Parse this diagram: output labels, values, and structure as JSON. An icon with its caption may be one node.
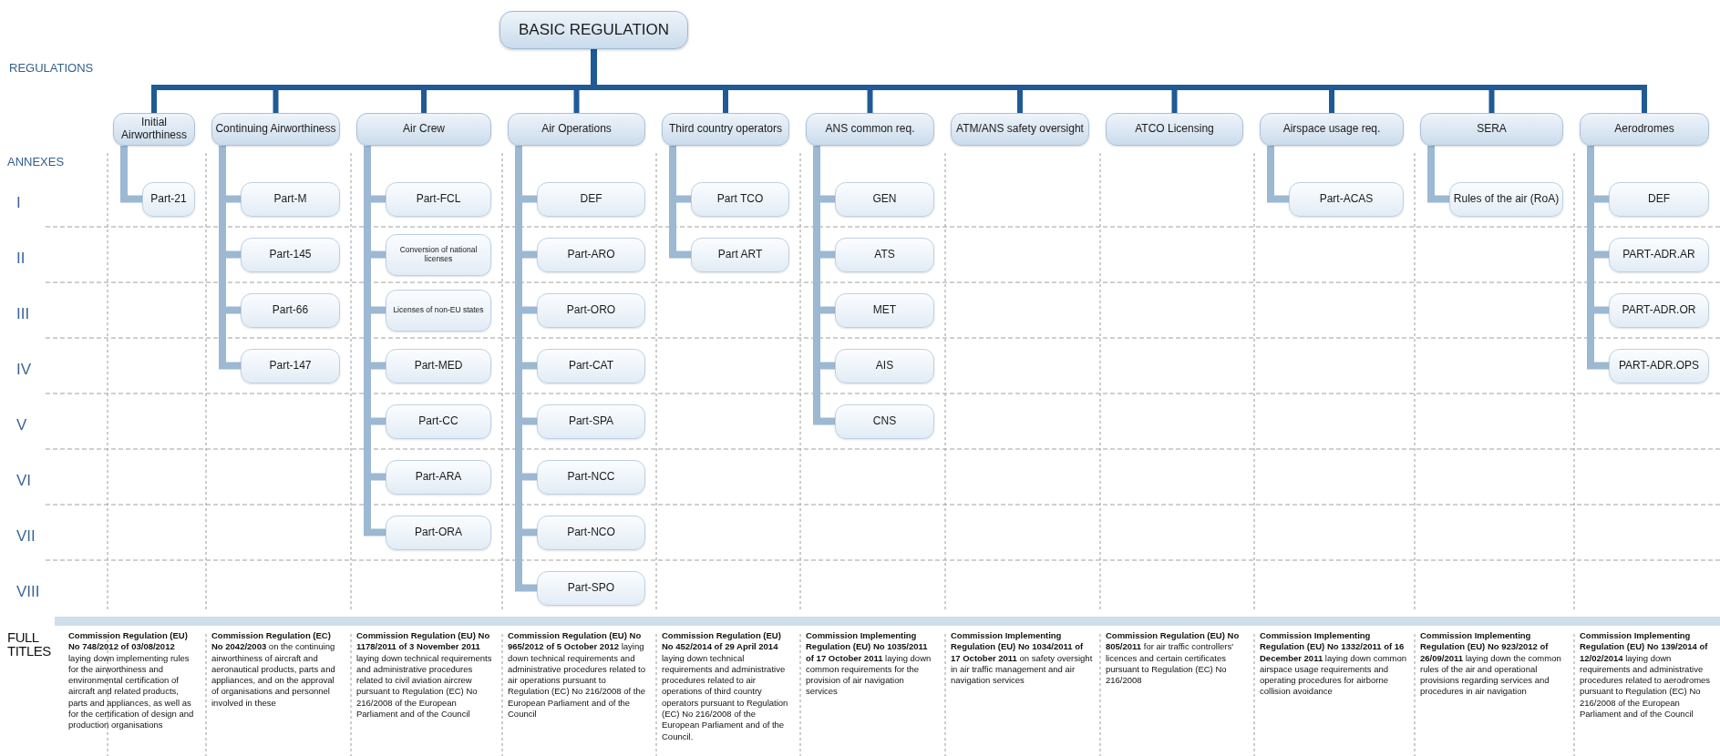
{
  "diagram": {
    "nodes": [
      {
        "text": [
          "BASIC REGULATION"
        ]
      },
      {
        "text": [
          "Initial Airworthiness"
        ]
      },
      {
        "text": [
          "Continuing Airworthiness"
        ]
      },
      {
        "text": [
          "Air Crew"
        ]
      },
      {
        "text": [
          "Air Operations"
        ]
      },
      {
        "text": [
          "Third country operators"
        ]
      },
      {
        "text": [
          "ANS common req."
        ]
      },
      {
        "text": [
          "ATM/ANS safety oversight"
        ]
      },
      {
        "text": [
          "ATCO Licensing"
        ]
      },
      {
        "text": [
          "Airspace usage req."
        ]
      },
      {
        "text": [
          "SERA"
        ]
      },
      {
        "text": [
          "Aerodromes"
        ]
      },
      {
        "text": [
          "Part-21"
        ]
      },
      {
        "text": [
          "Part-M"
        ]
      },
      {
        "text": [
          "Part-145"
        ]
      },
      {
        "text": [
          "Part-66"
        ]
      },
      {
        "text": [
          "Part-147"
        ]
      },
      {
        "text": [
          "Part-FCL"
        ]
      },
      {
        "text": [
          "Conversion of national licenses"
        ]
      },
      {
        "text": [
          "Licenses of non-EU states"
        ]
      },
      {
        "text": [
          "Part-MED"
        ]
      },
      {
        "text": [
          "Part-CC"
        ]
      },
      {
        "text": [
          "Part-ARA"
        ]
      },
      {
        "text": [
          "Part-ORA"
        ]
      },
      {
        "text": [
          "DEF"
        ]
      },
      {
        "text": [
          "Part-ARO"
        ]
      },
      {
        "text": [
          "Part-ORO"
        ]
      },
      {
        "text": [
          "Part-CAT"
        ]
      },
      {
        "text": [
          "Part-SPA"
        ]
      },
      {
        "text": [
          "Part-NCC"
        ]
      },
      {
        "text": [
          "Part-NCO"
        ]
      },
      {
        "text": [
          "Part-SPO"
        ]
      },
      {
        "text": [
          "Part TCO"
        ]
      },
      {
        "text": [
          "Part ART"
        ]
      },
      {
        "text": [
          "GEN"
        ]
      },
      {
        "text": [
          "ATS"
        ]
      },
      {
        "text": [
          "MET"
        ]
      },
      {
        "text": [
          "AIS"
        ]
      },
      {
        "text": [
          "CNS"
        ]
      },
      {
        "text": [
          "Part-ACAS"
        ]
      },
      {
        "text": [
          "Rules of the air (RoA)"
        ]
      },
      {
        "text": [
          "DEF"
        ]
      },
      {
        "text": [
          "PART-ADR.AR"
        ]
      },
      {
        "text": [
          "PART-ADR.OR"
        ]
      },
      {
        "text": [
          "PART-ADR.OPS"
        ]
      }
    ],
    "edges": [
      {
        "from": 0,
        "to": 1,
        "arrow": "none",
        "color": "#1f5a96"
      },
      {
        "from": 0,
        "to": 2,
        "arrow": "none",
        "color": "#1f5a96"
      },
      {
        "from": 0,
        "to": 3,
        "arrow": "none",
        "color": "#1f5a96"
      },
      {
        "from": 0,
        "to": 4,
        "arrow": "none",
        "color": "#1f5a96"
      },
      {
        "from": 0,
        "to": 5,
        "arrow": "none",
        "color": "#1f5a96"
      },
      {
        "from": 0,
        "to": 6,
        "arrow": "none",
        "color": "#1f5a96"
      },
      {
        "from": 0,
        "to": 7,
        "arrow": "none",
        "color": "#1f5a96"
      },
      {
        "from": 0,
        "to": 8,
        "arrow": "none",
        "color": "#1f5a96"
      },
      {
        "from": 0,
        "to": 9,
        "arrow": "none",
        "color": "#1f5a96"
      },
      {
        "from": 0,
        "to": 10,
        "arrow": "none",
        "color": "#1f5a96"
      },
      {
        "from": 0,
        "to": 11,
        "arrow": "none",
        "color": "#1f5a96"
      },
      {
        "from": 1,
        "to": 12,
        "arrow": "none"
      },
      {
        "from": 2,
        "to": 13,
        "arrow": "none"
      },
      {
        "from": 2,
        "to": 14,
        "arrow": "none"
      },
      {
        "from": 2,
        "to": 15,
        "arrow": "none"
      },
      {
        "from": 2,
        "to": 16,
        "arrow": "none"
      },
      {
        "from": 3,
        "to": 17,
        "arrow": "none"
      },
      {
        "from": 3,
        "to": 18,
        "arrow": "none"
      },
      {
        "from": 3,
        "to": 19,
        "arrow": "none"
      },
      {
        "from": 3,
        "to": 20,
        "arrow": "none"
      },
      {
        "from": 3,
        "to": 21,
        "arrow": "none"
      },
      {
        "from": 3,
        "to": 22,
        "arrow": "none"
      },
      {
        "from": 3,
        "to": 23,
        "arrow": "none"
      },
      {
        "from": 4,
        "to": 24,
        "arrow": "none"
      },
      {
        "from": 4,
        "to": 25,
        "arrow": "none"
      },
      {
        "from": 4,
        "to": 26,
        "arrow": "none"
      },
      {
        "from": 4,
        "to": 27,
        "arrow": "none"
      },
      {
        "from": 4,
        "to": 28,
        "arrow": "none"
      },
      {
        "from": 4,
        "to": 29,
        "arrow": "none"
      },
      {
        "from": 4,
        "to": 30,
        "arrow": "none"
      },
      {
        "from": 4,
        "to": 31,
        "arrow": "none"
      },
      {
        "from": 5,
        "to": 32,
        "arrow": "none"
      },
      {
        "from": 5,
        "to": 33,
        "arrow": "none"
      },
      {
        "from": 6,
        "to": 34,
        "arrow": "none"
      },
      {
        "from": 6,
        "to": 35,
        "arrow": "none"
      },
      {
        "from": 6,
        "to": 36,
        "arrow": "none"
      },
      {
        "from": 6,
        "to": 37,
        "arrow": "none"
      },
      {
        "from": 6,
        "to": 38,
        "arrow": "none"
      },
      {
        "from": 9,
        "to": 39,
        "arrow": "none"
      },
      {
        "from": 10,
        "to": 40,
        "arrow": "none"
      },
      {
        "from": 11,
        "to": 41,
        "arrow": "none"
      },
      {
        "from": 11,
        "to": 42,
        "arrow": "none"
      },
      {
        "from": 11,
        "to": 43,
        "arrow": "none"
      },
      {
        "from": 11,
        "to": 44,
        "arrow": "none"
      }
    ],
    "labels": [
      "REGULATIONS",
      "ANNEXES",
      "I",
      "II",
      "III",
      "IV",
      "V",
      "VI",
      "VII",
      "VIII",
      "FULL TITLES",
      "**Commission Regulation (EU) No 748/2012 of 03/08/2012** laying down implementing rules for the airworthiness and environmental certification of aircraft and related products, parts and appliances, as well as for the certification of design and production organisations",
      "**Commission Regulation (EC) No 2042/2003** on the continuing airworthiness of aircraft and aeronautical products, parts and appliances, and on the approval of organisations and personnel involved in these",
      "**Commission Regulation (EU) No 1178/2011 of 3 November 2011** laying down technical requirements and administrative procedures related to civil aviation aircrew pursuant to Regulation (EC) No 216/2008 of the European Parliament and of the Council",
      "**Commission Regulation (EU) No 965/2012 of 5 October 2012** laying down technical requirements and administrative procedures related to air operations pursuant to Regulation (EC) No 216/2008 of the European Parliament and of the Council",
      "**Commission Regulation (EU) No 452/2014 of 29 April 2014** laying down technical requirements and administrative procedures related to air operations of third country operators pursuant to Regulation (EC) No 216/2008 of the European Parliament and of the Council.",
      "**Commission Implementing Regulation (EU) No 1035/2011 of 17 October 2011** laying down common requirements for the provision of air navigation services",
      "**Commission Implementing Regulation (EU) No 1034/2011 of 17 October 2011** on safety oversight in air traffic management and air navigation services",
      "**Commission Regulation (EU) No 805/2011** for air traffic controllers' licences and certain certificates pursuant to Regulation (EC) No 216/2008",
      "**Commission Implementing Regulation (EU) No 1332/2011 of 16 December 2011** laying down common airspace usage requirements and operating procedures for airborne collision avoidance",
      "**Commission Implementing Regulation (EU) No 923/2012 of 26/09/2011** laying down the common rules of the air and operational provisions regarding services and procedures in air navigation",
      "**Commission Implementing Regulation (EU) No 139/2014 of 12/02/2014** laying down requirements and administrative procedures related to aerodromes pursuant to Regulation (EC) No 216/2008 of the European Parliament and of the Council"
    ]
  }
}
